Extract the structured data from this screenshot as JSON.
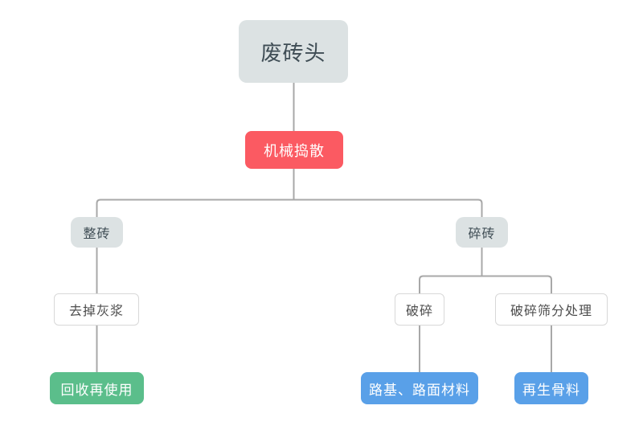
{
  "nodes": {
    "root": {
      "label": "废砖头",
      "fill": "#dce2e3",
      "text_color": "#3f4d55"
    },
    "process": {
      "label": "机械捣散",
      "fill": "#fb5a62",
      "text_color": "#ffffff"
    },
    "whole_brick": {
      "label": "整砖",
      "fill": "#dce2e3",
      "text_color": "#3f4d55"
    },
    "broken_brick": {
      "label": "碎砖",
      "fill": "#dce2e3",
      "text_color": "#3f4d55"
    },
    "remove_mortar": {
      "label": "去掉灰浆",
      "fill": "#ffffff",
      "text_color": "#4e4e4e"
    },
    "crush": {
      "label": "破碎",
      "fill": "#ffffff",
      "text_color": "#4e4e4e"
    },
    "crush_screen": {
      "label": "破碎筛分处理",
      "fill": "#ffffff",
      "text_color": "#4e4e4e"
    },
    "recycle_reuse": {
      "label": "回收再使用",
      "fill": "#5bbe8b",
      "text_color": "#ffffff"
    },
    "road_material": {
      "label": "路基、路面材料",
      "fill": "#59a0e8",
      "text_color": "#ffffff"
    },
    "recycled_aggregate": {
      "label": "再生骨料",
      "fill": "#59a0e8",
      "text_color": "#ffffff"
    }
  },
  "edges": [
    {
      "from": "root",
      "to": "process"
    },
    {
      "from": "process",
      "to": "whole_brick"
    },
    {
      "from": "process",
      "to": "broken_brick"
    },
    {
      "from": "whole_brick",
      "to": "remove_mortar"
    },
    {
      "from": "remove_mortar",
      "to": "recycle_reuse"
    },
    {
      "from": "broken_brick",
      "to": "crush"
    },
    {
      "from": "broken_brick",
      "to": "crush_screen"
    },
    {
      "from": "crush",
      "to": "road_material"
    },
    {
      "from": "crush_screen",
      "to": "recycled_aggregate"
    }
  ],
  "connector_color": "#a8a8a8",
  "background_color": "#ffffff"
}
